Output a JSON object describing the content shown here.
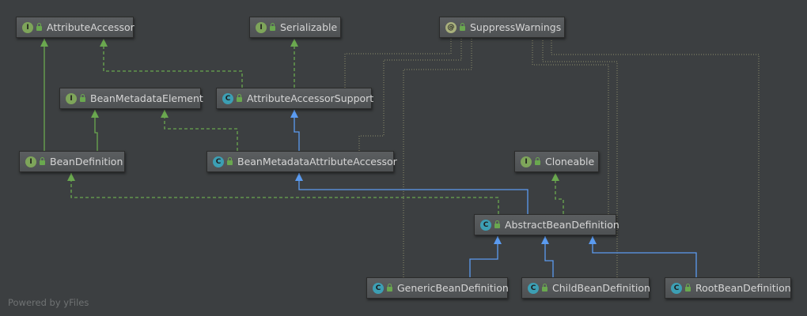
{
  "nodes": [
    {
      "id": "AttributeAccessor",
      "label": "AttributeAccessor",
      "kind": "interface",
      "badge": "I"
    },
    {
      "id": "Serializable",
      "label": "Serializable",
      "kind": "interface",
      "badge": "I"
    },
    {
      "id": "SuppressWarnings",
      "label": "SuppressWarnings",
      "kind": "annotation",
      "badge": "@"
    },
    {
      "id": "BeanMetadataElement",
      "label": "BeanMetadataElement",
      "kind": "interface",
      "badge": "I"
    },
    {
      "id": "AttributeAccessorSupport",
      "label": "AttributeAccessorSupport",
      "kind": "abstract-class",
      "badge": "C"
    },
    {
      "id": "BeanDefinition",
      "label": "BeanDefinition",
      "kind": "interface",
      "badge": "I"
    },
    {
      "id": "BeanMetadataAttributeAccessor",
      "label": "BeanMetadataAttributeAccessor",
      "kind": "class",
      "badge": "C"
    },
    {
      "id": "Cloneable",
      "label": "Cloneable",
      "kind": "interface",
      "badge": "I"
    },
    {
      "id": "AbstractBeanDefinition",
      "label": "AbstractBeanDefinition",
      "kind": "abstract-class",
      "badge": "C"
    },
    {
      "id": "GenericBeanDefinition",
      "label": "GenericBeanDefinition",
      "kind": "class",
      "badge": "C"
    },
    {
      "id": "ChildBeanDefinition",
      "label": "ChildBeanDefinition",
      "kind": "class",
      "badge": "C"
    },
    {
      "id": "RootBeanDefinition",
      "label": "RootBeanDefinition",
      "kind": "class",
      "badge": "C"
    }
  ],
  "edges": [
    {
      "from": "BeanDefinition",
      "to": "AttributeAccessor",
      "type": "extends-interface"
    },
    {
      "from": "BeanDefinition",
      "to": "BeanMetadataElement",
      "type": "extends-interface"
    },
    {
      "from": "AttributeAccessorSupport",
      "to": "AttributeAccessor",
      "type": "implements"
    },
    {
      "from": "AttributeAccessorSupport",
      "to": "Serializable",
      "type": "implements"
    },
    {
      "from": "BeanMetadataAttributeAccessor",
      "to": "AttributeAccessorSupport",
      "type": "extends"
    },
    {
      "from": "BeanMetadataAttributeAccessor",
      "to": "BeanMetadataElement",
      "type": "implements"
    },
    {
      "from": "AbstractBeanDefinition",
      "to": "BeanMetadataAttributeAccessor",
      "type": "extends"
    },
    {
      "from": "AbstractBeanDefinition",
      "to": "BeanDefinition",
      "type": "implements"
    },
    {
      "from": "AbstractBeanDefinition",
      "to": "Cloneable",
      "type": "implements"
    },
    {
      "from": "GenericBeanDefinition",
      "to": "AbstractBeanDefinition",
      "type": "extends"
    },
    {
      "from": "ChildBeanDefinition",
      "to": "AbstractBeanDefinition",
      "type": "extends"
    },
    {
      "from": "RootBeanDefinition",
      "to": "AbstractBeanDefinition",
      "type": "extends"
    },
    {
      "from": "AttributeAccessorSupport",
      "to": "SuppressWarnings",
      "type": "annotated"
    },
    {
      "from": "BeanMetadataAttributeAccessor",
      "to": "SuppressWarnings",
      "type": "annotated"
    },
    {
      "from": "GenericBeanDefinition",
      "to": "SuppressWarnings",
      "type": "annotated"
    },
    {
      "from": "AbstractBeanDefinition",
      "to": "SuppressWarnings",
      "type": "annotated"
    },
    {
      "from": "ChildBeanDefinition",
      "to": "SuppressWarnings",
      "type": "annotated"
    },
    {
      "from": "RootBeanDefinition",
      "to": "SuppressWarnings",
      "type": "annotated"
    }
  ],
  "colors": {
    "background": "#3c3f41",
    "extends": "#5b9bf0",
    "interface_edge": "#6aa84f",
    "annotation_edge": "#8c8c6a",
    "interface_badge": "#7ea55a",
    "class_badge": "#3c9fb4",
    "annotation_badge": "#a8b07c"
  },
  "footer": "Powered by yFiles"
}
